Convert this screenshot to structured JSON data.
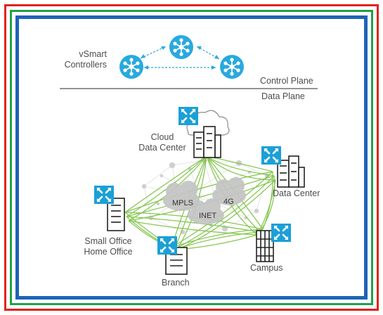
{
  "controllers": {
    "label": "vSmart\nControllers"
  },
  "planes": {
    "control": "Control Plane",
    "data": "Data Plane"
  },
  "sites": {
    "cloud": "Cloud\nData Center",
    "datacenter": "Data Center",
    "soho": "Small Office\nHome Office",
    "branch": "Branch",
    "campus": "Campus"
  },
  "transports": {
    "mpls": "MPLS",
    "lte": "4G",
    "inet": "INET"
  },
  "colors": {
    "router_blue": "#1ba0d7",
    "controller_blue": "#29a9df",
    "tunnel_green": "#7cc242",
    "frame_red": "#e2231a",
    "frame_green": "#1fa14a",
    "frame_blue": "#1f63b8"
  }
}
